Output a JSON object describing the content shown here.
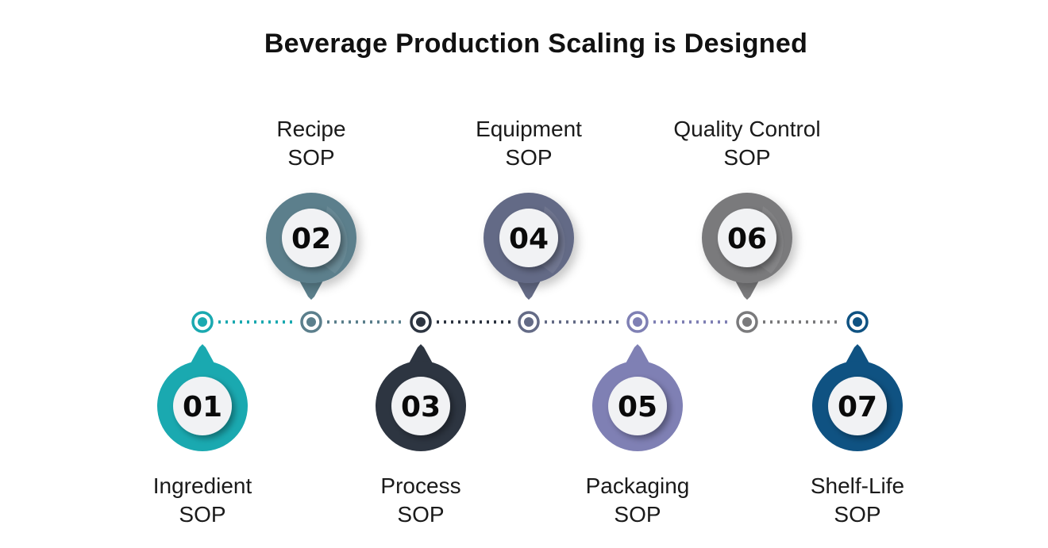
{
  "title": "Beverage Production Scaling is Designed",
  "steps": [
    {
      "number": "01",
      "name": "Ingredient",
      "suffix": "SOP",
      "position": "below",
      "color": "#1aa9b0"
    },
    {
      "number": "02",
      "name": "Recipe",
      "suffix": "SOP",
      "position": "above",
      "color": "#5b7f8c"
    },
    {
      "number": "03",
      "name": "Process",
      "suffix": "SOP",
      "position": "below",
      "color": "#2d3541"
    },
    {
      "number": "04",
      "name": "Equipment",
      "suffix": "SOP",
      "position": "above",
      "color": "#646b86"
    },
    {
      "number": "05",
      "name": "Packaging",
      "suffix": "SOP",
      "position": "below",
      "color": "#7f80b4"
    },
    {
      "number": "06",
      "name": "Quality Control",
      "suffix": "SOP",
      "position": "above",
      "color": "#7a7a7c"
    },
    {
      "number": "07",
      "name": "Shelf-Life",
      "suffix": "SOP",
      "position": "below",
      "color": "#0f5282"
    }
  ]
}
